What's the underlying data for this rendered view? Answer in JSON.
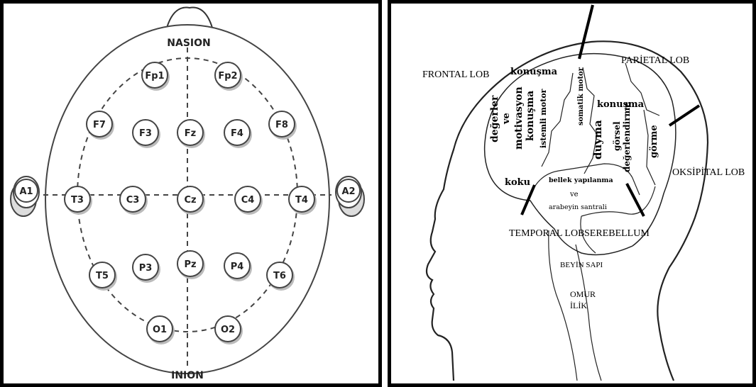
{
  "eeg": {
    "nasion": "NASION",
    "inion": "INION",
    "electrodes": [
      {
        "id": "fp1",
        "label": "Fp1"
      },
      {
        "id": "fp2",
        "label": "Fp2"
      },
      {
        "id": "f7",
        "label": "F7"
      },
      {
        "id": "f3",
        "label": "F3"
      },
      {
        "id": "fz",
        "label": "Fz"
      },
      {
        "id": "f4",
        "label": "F4"
      },
      {
        "id": "f8",
        "label": "F8"
      },
      {
        "id": "t3",
        "label": "T3"
      },
      {
        "id": "c3",
        "label": "C3"
      },
      {
        "id": "cz",
        "label": "Cz"
      },
      {
        "id": "c4",
        "label": "C4"
      },
      {
        "id": "t4",
        "label": "T4"
      },
      {
        "id": "t5",
        "label": "T5"
      },
      {
        "id": "p3",
        "label": "P3"
      },
      {
        "id": "pz",
        "label": "Pz"
      },
      {
        "id": "p4",
        "label": "P4"
      },
      {
        "id": "t6",
        "label": "T6"
      },
      {
        "id": "o1",
        "label": "O1"
      },
      {
        "id": "o2",
        "label": "O2"
      }
    ],
    "ear_left": "A1",
    "ear_right": "A2"
  },
  "brain": {
    "lobes": {
      "frontal": "FRONTAL LOB",
      "parietal": "PARİETAL LOB",
      "oksipital": "OKSİPİTAL LOB",
      "temporal": "TEMPORAL LOB",
      "serebellum": "SEREBELLUM",
      "beyin_sapi": "BEYİN SAPI",
      "omur": "OMUR",
      "ilik": "İLİK"
    },
    "regions": {
      "konusma_top": "konuşma",
      "degerler": "değerler",
      "ve1": "ve",
      "motivasyon": "motivasyon",
      "konusma_v": "konuşma",
      "istemli_motor": "istemli motor",
      "somatik_motor": "somatik motor",
      "konusma_right": "konuşma",
      "duyma": "duyma",
      "gorsel": "görsel",
      "degerlendirme": "değerlendirme",
      "gorme": "görme",
      "koku": "koku",
      "bellek": "bellek yapılanma",
      "ve2": "ve",
      "arabeyin": "arabeyin santrali"
    }
  }
}
